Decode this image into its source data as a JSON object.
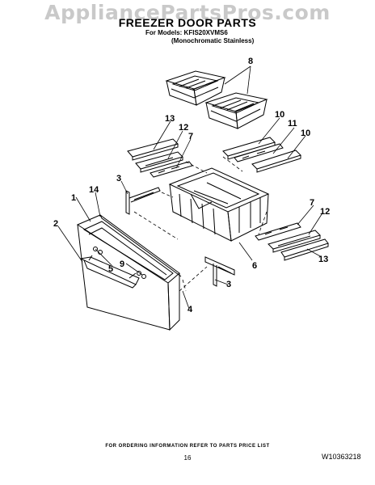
{
  "header": {
    "watermark": "AppliancePartsPros.com",
    "title": "FREEZER DOOR PARTS",
    "models_line": "For Models: KFIS20XVMS6",
    "models_sub": "(Monochromatic Stainless)"
  },
  "callouts": {
    "c1": "1",
    "c2": "2",
    "c3a": "3",
    "c3b": "3",
    "c4": "4",
    "c5": "5",
    "c6": "6",
    "c7a": "7",
    "c7b": "7",
    "c8": "8",
    "c9": "9",
    "c10a": "10",
    "c10b": "10",
    "c11": "11",
    "c12a": "12",
    "c12b": "12",
    "c13a": "13",
    "c13b": "13",
    "c14": "14"
  },
  "footer": {
    "note": "FOR ORDERING INFORMATION REFER TO PARTS PRICE LIST",
    "page": "16",
    "doc_id": "W10363218"
  }
}
